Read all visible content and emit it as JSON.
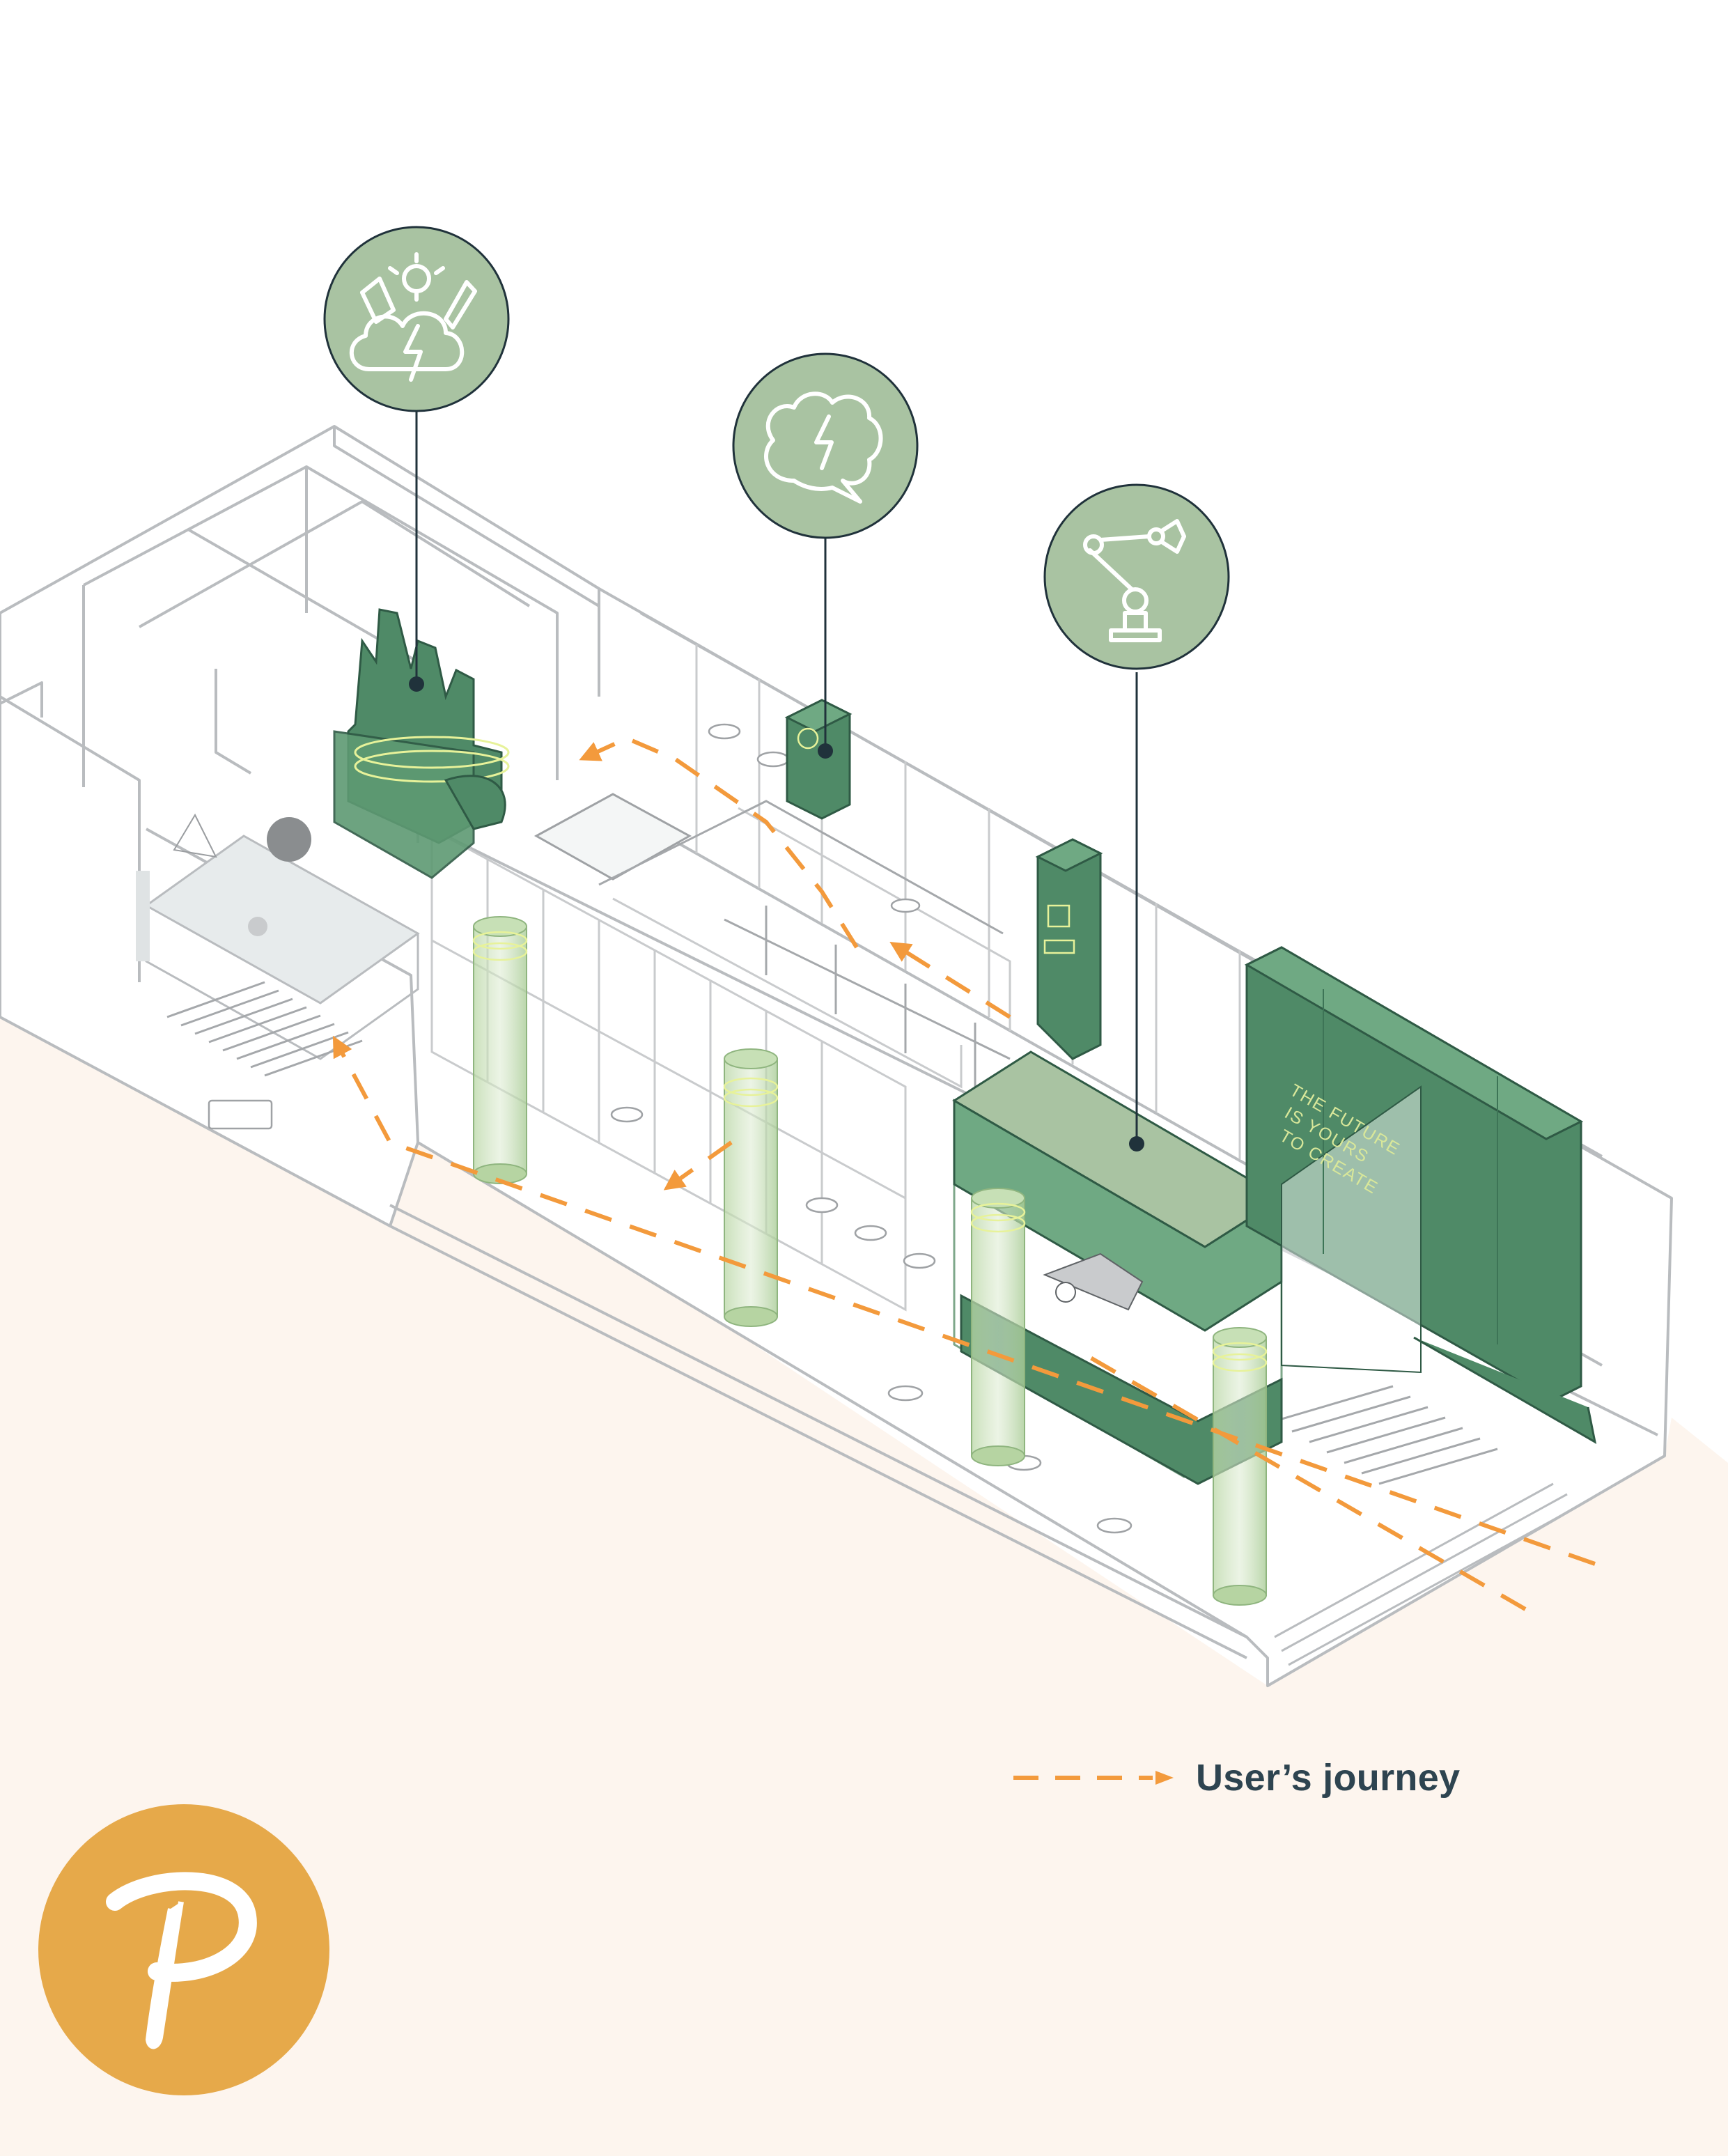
{
  "legend": {
    "label": "User’s journey",
    "line_color": "#f39a3c"
  },
  "wall_sign": {
    "lines": [
      "THE FUTURE",
      "IS YOURS",
      "TO CREATE"
    ]
  },
  "callouts": [
    {
      "icon": "creativity-cloud-icon"
    },
    {
      "icon": "brain-idea-icon"
    },
    {
      "icon": "robot-arm-icon"
    }
  ],
  "brand": {
    "logo_icon": "p-monogram-icon",
    "logo_color": "#e6a94a"
  },
  "colors": {
    "background_floor": "#fdf5ee",
    "green_dark": "#4f8a67",
    "green_mid": "#6fa983",
    "green_light": "#a9c3a2",
    "column_green": "#c7e0b6",
    "accent_orange": "#f39a3c",
    "line_gray": "#b9bcbf",
    "callout_stroke": "#20323b"
  }
}
